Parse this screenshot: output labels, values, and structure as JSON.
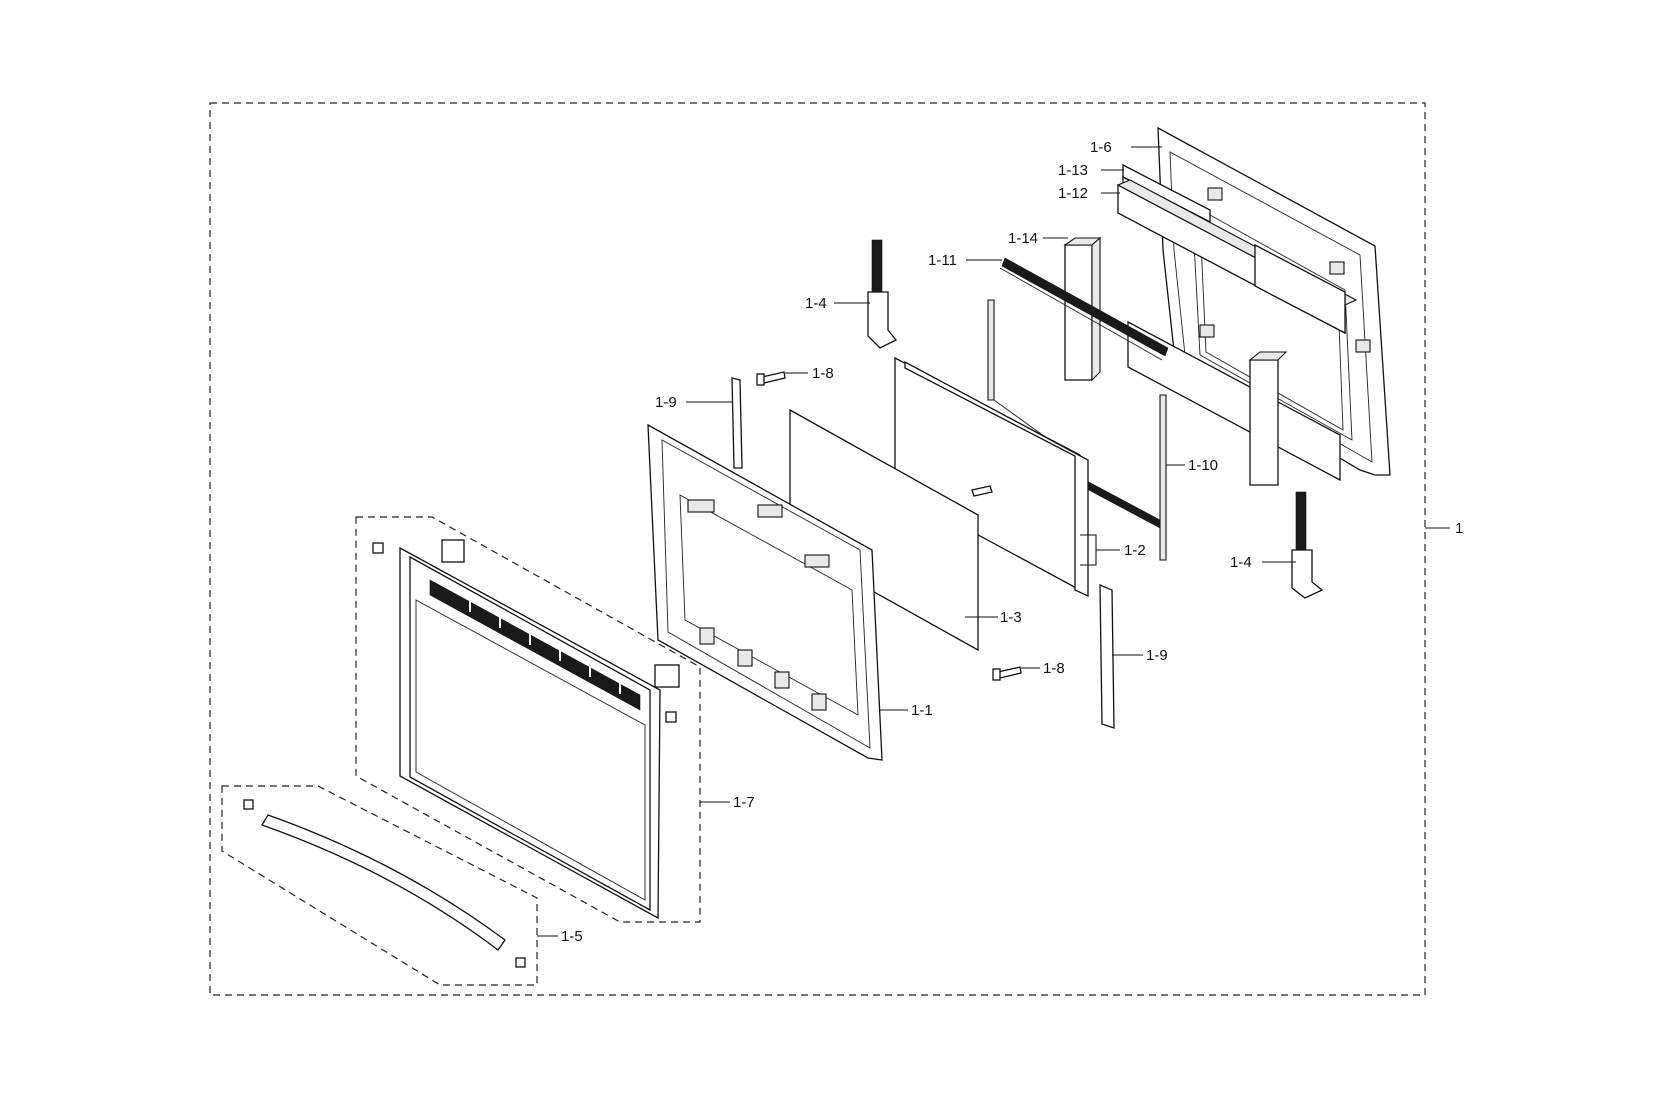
{
  "diagram": {
    "assembly_label": "1",
    "callouts": [
      {
        "id": "c-1-6",
        "text": "1-6"
      },
      {
        "id": "c-1-13",
        "text": "1-13"
      },
      {
        "id": "c-1-12",
        "text": "1-12"
      },
      {
        "id": "c-1-14",
        "text": "1-14"
      },
      {
        "id": "c-1-11",
        "text": "1-11"
      },
      {
        "id": "c-1-4-top",
        "text": "1-4"
      },
      {
        "id": "c-1-8-top",
        "text": "1-8"
      },
      {
        "id": "c-1-9-left",
        "text": "1-9"
      },
      {
        "id": "c-1-10",
        "text": "1-10"
      },
      {
        "id": "c-1-2",
        "text": "1-2"
      },
      {
        "id": "c-1-4-right",
        "text": "1-4"
      },
      {
        "id": "c-1-3",
        "text": "1-3"
      },
      {
        "id": "c-1-9-right",
        "text": "1-9"
      },
      {
        "id": "c-1-8-bottom",
        "text": "1-8"
      },
      {
        "id": "c-1-1",
        "text": "1-1"
      },
      {
        "id": "c-1-7",
        "text": "1-7"
      },
      {
        "id": "c-1-5",
        "text": "1-5"
      }
    ]
  }
}
